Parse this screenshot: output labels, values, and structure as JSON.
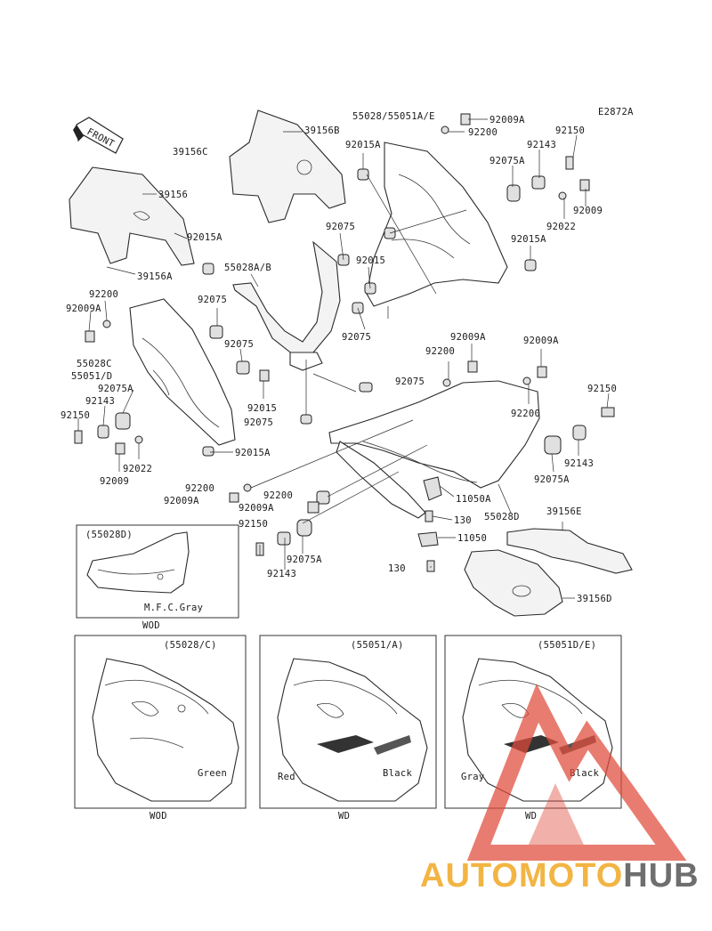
{
  "diagram_code": "E2872A",
  "front_label": "FRONT",
  "callouts": {
    "p55028_55051AE": "55028/55051A/E",
    "p92009A_top": "92009A",
    "p92200_top": "92200",
    "p92150_top": "92150",
    "p92143_top": "92143",
    "p92075A_top": "92075A",
    "p92015A_top": "92015A",
    "p39156B": "39156B",
    "p39156C": "39156C",
    "p39156": "39156",
    "p92015A_left": "92015A",
    "p39156A": "39156A",
    "p55028AB": "55028A/B",
    "p92200_left": "92200",
    "p92009A_left": "92009A",
    "p92075_mid1": "92075",
    "p92075_mid2": "92075",
    "p92075_mid3": "92075",
    "p92075_mid4": "92075",
    "p92015_mid": "92015",
    "p92015_mid2": "92015",
    "p55028C": "55028C",
    "p55051D": "55051/D",
    "p92075A_left": "92075A",
    "p92143_left": "92143",
    "p92150_left": "92150",
    "p92022_left": "92022",
    "p92009_left": "92009",
    "p92015A_bottom": "92015A",
    "p92009_right": "92009",
    "p92022_right": "92022",
    "p92015A_right": "92015A",
    "p92009A_rmid": "92009A",
    "p92009A_far": "92009A",
    "p92200_rmid": "92200",
    "p92075_rmid": "92075",
    "p92200_r2": "92200",
    "p92150_right": "92150",
    "p92143_right": "92143",
    "p92075A_right": "92075A",
    "p92075_center": "92075",
    "p92200_b1": "92200",
    "p92009A_b1": "92009A",
    "p92009A_b2": "92009A",
    "p92200_b2": "92200",
    "p11050A": "11050A",
    "p130_a": "130",
    "p55028D": "55028D",
    "p39156E": "39156E",
    "p11050": "11050",
    "p130_b": "130",
    "p92150_b": "92150",
    "p92075A_b": "92075A",
    "p92143_b": "92143",
    "p39156D": "39156D"
  },
  "insets": {
    "inset_55028D": {
      "title": "(55028D)",
      "color_label": "M.F.C.Gray",
      "market": "WOD"
    },
    "inset_55028C": {
      "title": "(55028/C)",
      "color_label": "Green",
      "market": "WOD"
    },
    "inset_55051A": {
      "title": "(55051/A)",
      "color_label_left": "Red",
      "color_label_right": "Black",
      "market": "WD"
    },
    "inset_55051DE": {
      "title": "(55051D/E)",
      "color_label_left": "Gray",
      "color_label_right": "Black",
      "market": "WD"
    }
  },
  "watermark": {
    "part1": "AUTOMOTO",
    "part2": "HUB"
  },
  "colors": {
    "ink": "#1a1a1a",
    "watermark_red": "#e04b3a",
    "watermark_orange": "#f2b544",
    "watermark_gray": "#6e6e6e"
  }
}
